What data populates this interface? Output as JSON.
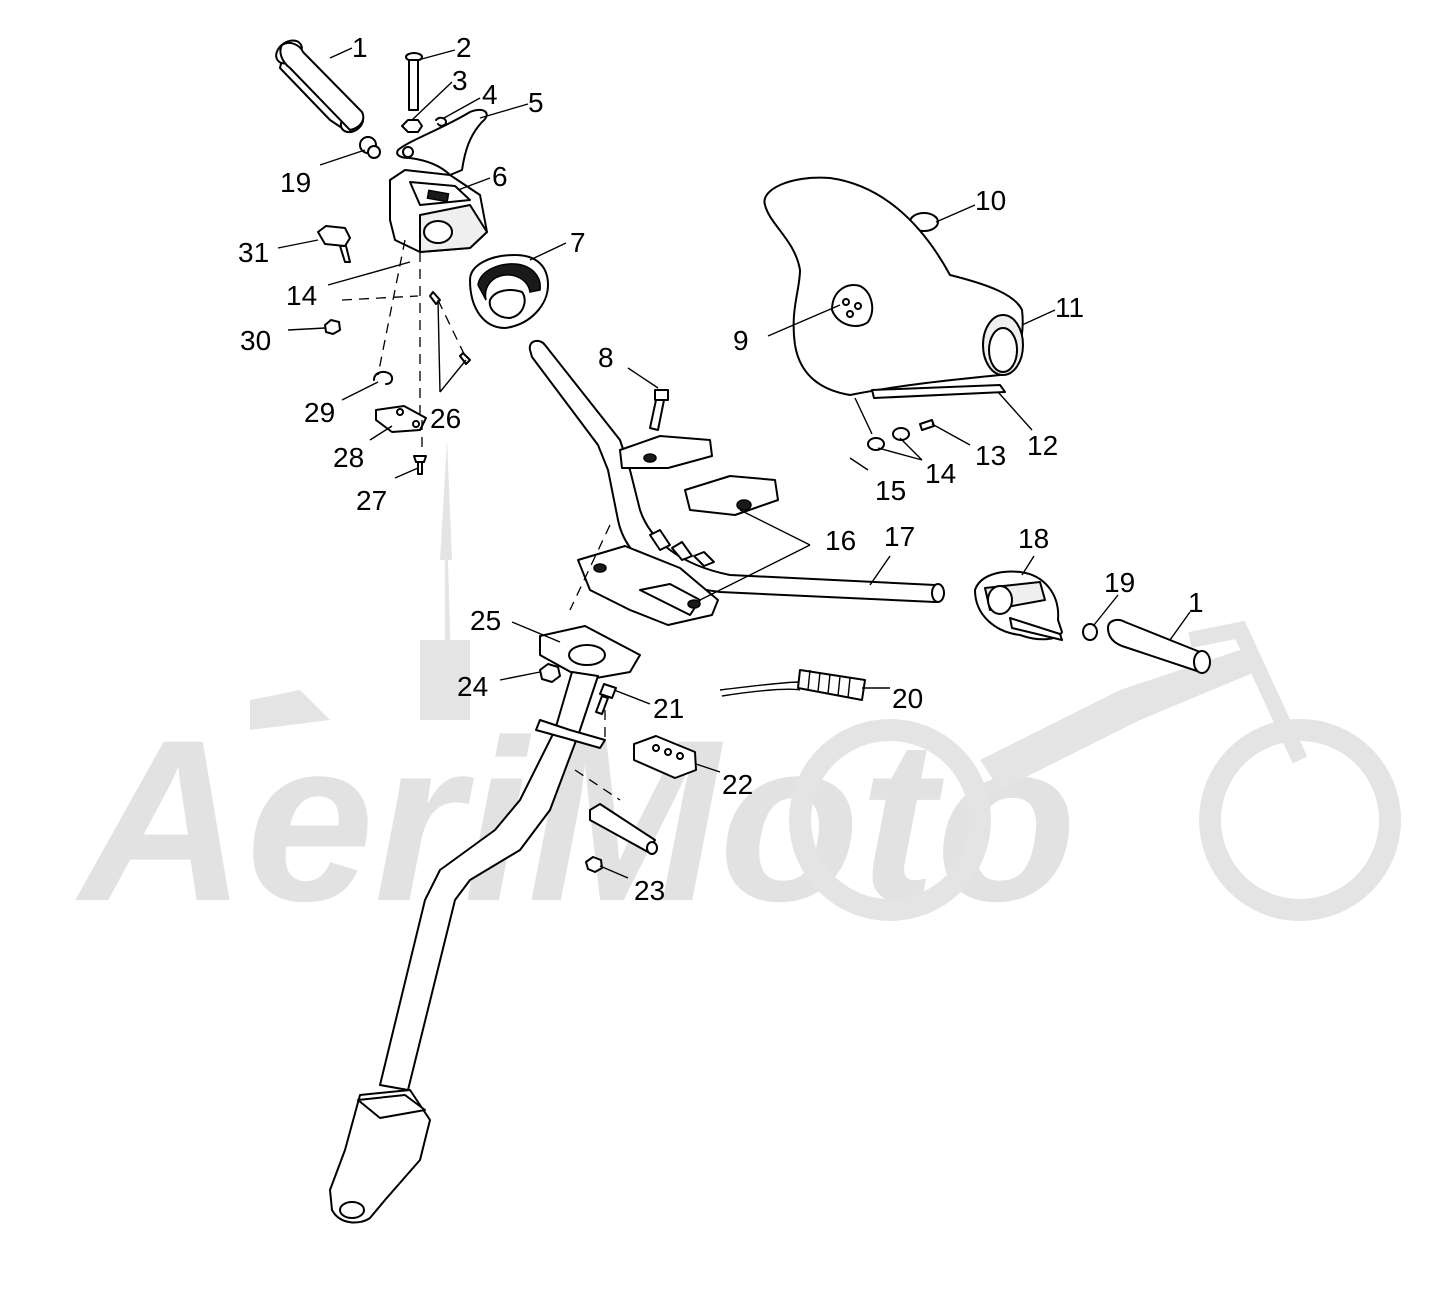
{
  "watermark": {
    "text": "AeriMoto",
    "color": "#e2e2e2"
  },
  "callouts": {
    "c1a": "1",
    "c2": "2",
    "c3": "3",
    "c4": "4",
    "c5": "5",
    "c6": "6",
    "c7": "7",
    "c8": "8",
    "c9": "9",
    "c10": "10",
    "c11": "11",
    "c12": "12",
    "c13": "13",
    "c14a": "14",
    "c14b": "14",
    "c15": "15",
    "c16": "16",
    "c17": "17",
    "c18": "18",
    "c19a": "19",
    "c19b": "19",
    "c1b": "1",
    "c20": "20",
    "c21": "21",
    "c22": "22",
    "c23": "23",
    "c24": "24",
    "c25": "25",
    "c26": "26",
    "c27": "27",
    "c28": "28",
    "c29": "29",
    "c30": "30",
    "c31": "31"
  }
}
